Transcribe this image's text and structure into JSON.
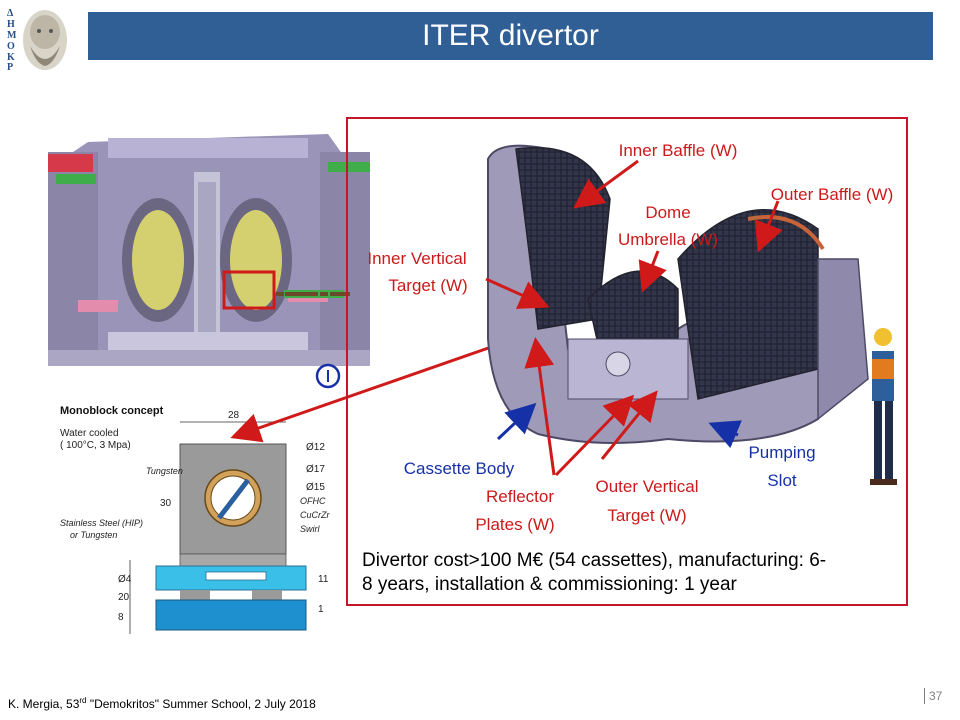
{
  "slide": {
    "title": "ITER divertor",
    "page_number": "37",
    "footer": {
      "author": "K. Mergia, 53",
      "ordinal_sup": "rd",
      "event": " \"Demokritos\" Summer School, 2 July 2018"
    }
  },
  "monoblock": {
    "title": "Monoblock concept",
    "cooling_line1": "Water cooled",
    "cooling_line2": "( 100°C, 3 Mpa)",
    "tungsten": "Tungsten",
    "stainless_line1": "Stainless Steel (HIP)",
    "stainless_line2": "or Tungsten",
    "ofhc": "OFHC",
    "cucrzr": "CuCrZr",
    "swirl": "Swirl",
    "dim_28": "28",
    "dim_30": "30",
    "dim_20": "20",
    "dim_8": "8",
    "dim_11": "11",
    "dim_1": "1",
    "dia_12": "Ø12",
    "dia_17": "Ø17",
    "dia_15": "Ø15",
    "dia_4": "Ø4"
  },
  "labels": {
    "inner_baffle": "Inner Baffle (W)",
    "outer_baffle": "Outer Baffle (W)",
    "dome_line1": "Dome",
    "dome_line2": "Umbrella (W)",
    "inner_vertical_line1": "Inner Vertical",
    "inner_vertical_line2": "Target (W)",
    "cassette_body": "Cassette Body",
    "reflector_line1": "Reflector",
    "reflector_line2": "Plates (W)",
    "outer_vertical_line1": "Outer Vertical",
    "outer_vertical_line2": "Target (W)",
    "pumping_line1": "Pumping",
    "pumping_line2": "Slot"
  },
  "cost": {
    "line1": "Divertor cost>100 M€ (54 cassettes), manufacturing: 6-",
    "line2": "8 years, installation & commissioning:  1 year"
  },
  "colors": {
    "title_bar": "#2f5f95",
    "red_label": "#cc1a1a",
    "blue_label": "#1631a8",
    "frame": "#c4162a"
  }
}
